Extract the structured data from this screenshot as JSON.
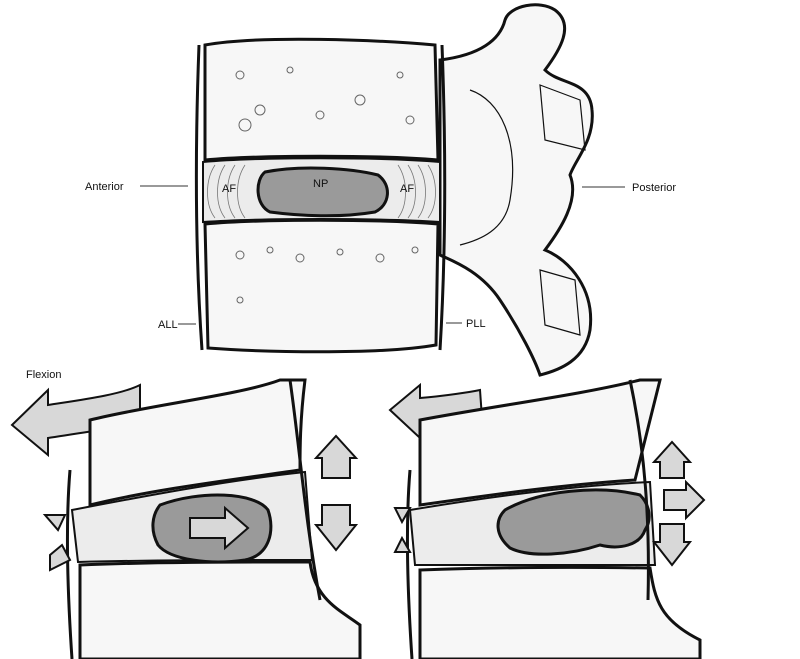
{
  "labels": {
    "anterior": "Anterior",
    "posterior": "Posterior",
    "af_left": "AF",
    "np": "NP",
    "af_right": "AF",
    "all": "ALL",
    "pll": "PLL",
    "flexion": "Flexion"
  }
}
